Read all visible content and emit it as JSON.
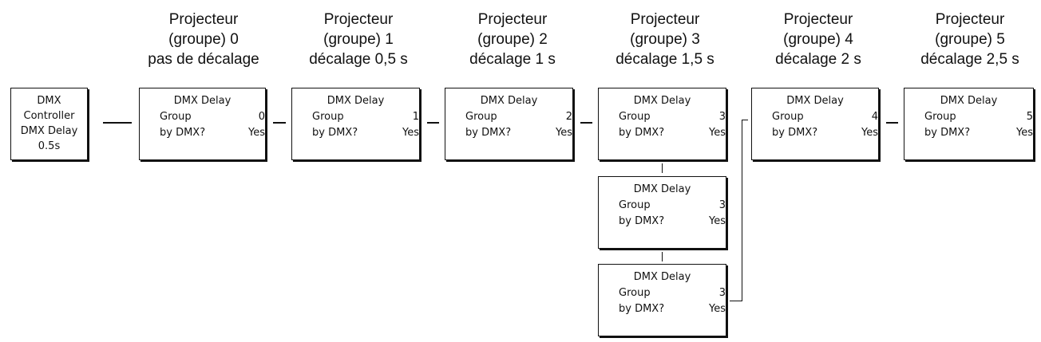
{
  "headers": [
    {
      "line1": "Projecteur",
      "line2": "(groupe) 0",
      "line3": "pas de décalage"
    },
    {
      "line1": "Projecteur",
      "line2": "(groupe) 1",
      "line3": "décalage 0,5 s"
    },
    {
      "line1": "Projecteur",
      "line2": "(groupe) 2",
      "line3": "décalage 1 s"
    },
    {
      "line1": "Projecteur",
      "line2": "(groupe) 3",
      "line3": "décalage 1,5 s"
    },
    {
      "line1": "Projecteur",
      "line2": "(groupe) 4",
      "line3": "décalage 2 s"
    },
    {
      "line1": "Projecteur",
      "line2": "(groupe) 5",
      "line3": "décalage 2,5 s"
    }
  ],
  "controller": {
    "line1": "DMX",
    "line2": "Controller",
    "line3": "DMX Delay",
    "line4": "0.5s"
  },
  "fixtures": [
    {
      "title": "DMX Delay",
      "group_label": "Group",
      "group_value": "0",
      "bydmx_label": "by DMX?",
      "bydmx_value": "Yes"
    },
    {
      "title": "DMX Delay",
      "group_label": "Group",
      "group_value": "1",
      "bydmx_label": "by DMX?",
      "bydmx_value": "Yes"
    },
    {
      "title": "DMX Delay",
      "group_label": "Group",
      "group_value": "2",
      "bydmx_label": "by DMX?",
      "bydmx_value": "Yes"
    },
    {
      "title": "DMX Delay",
      "group_label": "Group",
      "group_value": "3",
      "bydmx_label": "by DMX?",
      "bydmx_value": "Yes"
    },
    {
      "title": "DMX Delay",
      "group_label": "Group",
      "group_value": "3",
      "bydmx_label": "by DMX?",
      "bydmx_value": "Yes"
    },
    {
      "title": "DMX Delay",
      "group_label": "Group",
      "group_value": "3",
      "bydmx_label": "by DMX?",
      "bydmx_value": "Yes"
    },
    {
      "title": "DMX Delay",
      "group_label": "Group",
      "group_value": "4",
      "bydmx_label": "by DMX?",
      "bydmx_value": "Yes"
    },
    {
      "title": "DMX Delay",
      "group_label": "Group",
      "group_value": "5",
      "bydmx_label": "by DMX?",
      "bydmx_value": "Yes"
    }
  ]
}
